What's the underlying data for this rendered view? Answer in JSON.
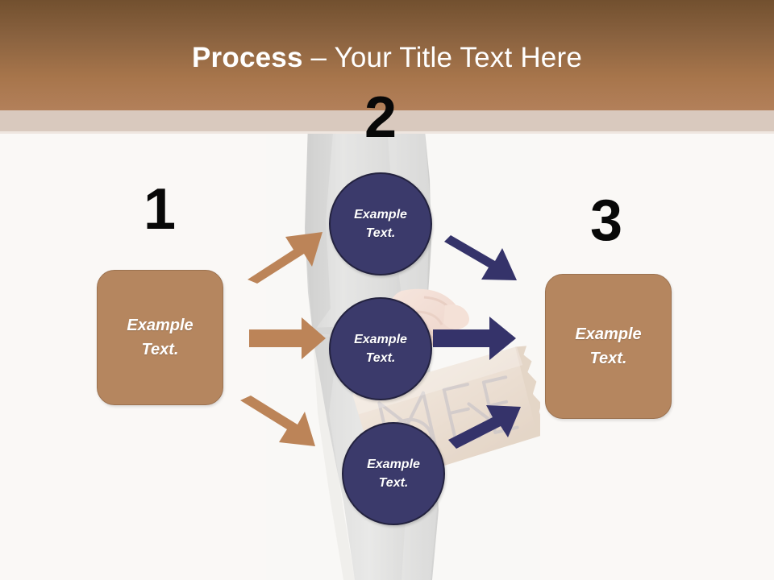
{
  "slide": {
    "title_strong": "Process",
    "title_rest": " – Your Title Text Here",
    "background_image_alt": "person-holding-cardboard-sign"
  },
  "colors": {
    "header_gradient_top": "#72502f",
    "header_gradient_bottom": "#b3805a",
    "header_accent": "#d9c9be",
    "slide_background": "#faf8f6",
    "box_fill": "#b5865f",
    "box_border": "#9c7250",
    "circle_fill": "#3b3a6b",
    "circle_border": "#23223f",
    "arrow_brown": "#bc8458",
    "arrow_navy": "#35336a",
    "number_color": "#080808",
    "text_on_shape": "#ffffff"
  },
  "steps": [
    {
      "number": "1",
      "shape": "rounded-rect",
      "label": "Example\nText."
    },
    {
      "number": "2",
      "shape": "circle-group",
      "label": ""
    },
    {
      "number": "3",
      "shape": "rounded-rect",
      "label": "Example\nText."
    }
  ],
  "circles": [
    {
      "label": "Example\nText."
    },
    {
      "label": "Example\nText."
    },
    {
      "label": "Example\nText."
    }
  ],
  "arrows": [
    {
      "name": "arrow-left-to-circle-1",
      "color": "#bc8458",
      "direction": "up-right"
    },
    {
      "name": "arrow-left-to-circle-2",
      "color": "#bc8458",
      "direction": "right"
    },
    {
      "name": "arrow-left-to-circle-3",
      "color": "#bc8458",
      "direction": "down-right"
    },
    {
      "name": "arrow-circle-1-to-right",
      "color": "#35336a",
      "direction": "down-right"
    },
    {
      "name": "arrow-circle-2-to-right",
      "color": "#35336a",
      "direction": "right"
    },
    {
      "name": "arrow-circle-3-to-right",
      "color": "#35336a",
      "direction": "up-right"
    }
  ]
}
